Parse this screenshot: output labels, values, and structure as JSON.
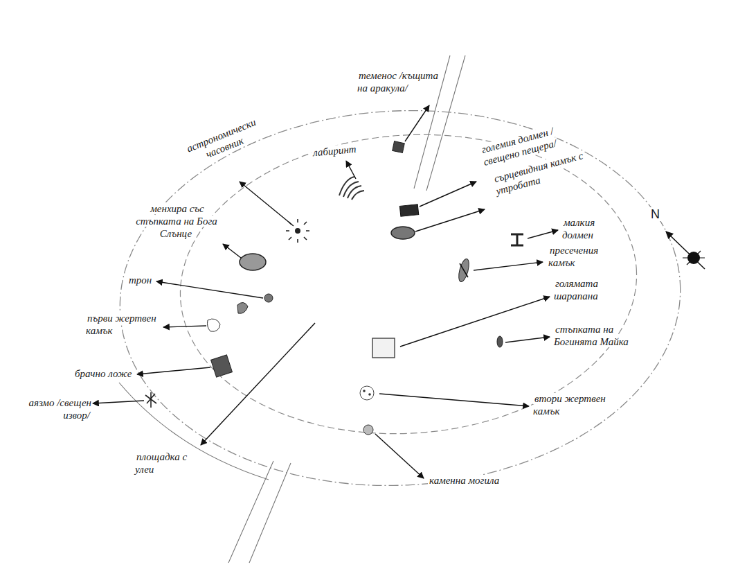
{
  "diagram": {
    "labels": [
      "теменос /къщита на аракула/",
      "астрономически часовник",
      "лабиринт",
      "големия долмен /свещено пещера/",
      "сърцевидния камък с утробата",
      "менхира със стъпката на Бога Слънце",
      "малкия долмен",
      "пресечения камък",
      "трон",
      "голямата шарапана",
      "първи жертвен камък",
      "стъпката на Богинята Майка",
      "брачно ложе",
      "аязмо /свещен извор/",
      "втори жертвен камък",
      "площадка с улеи",
      "каменна могила",
      "N"
    ]
  }
}
